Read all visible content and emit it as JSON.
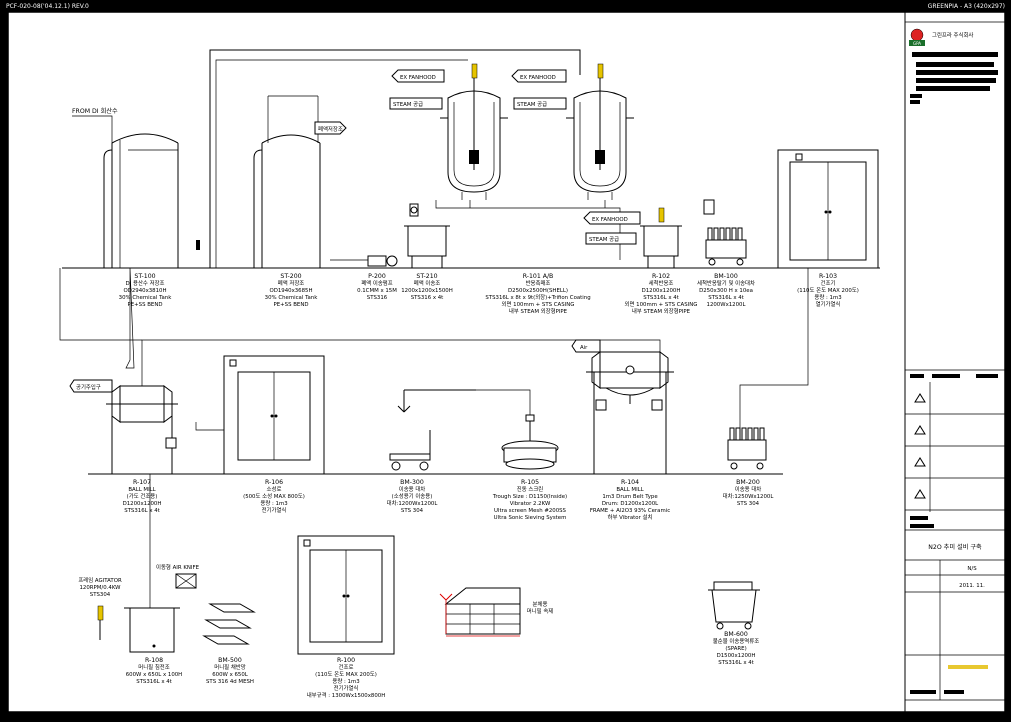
{
  "header": {
    "doc_no": "PCF-020-08('04.12.1) REV.0",
    "sheet": "GREENPIA - A3 (420x297)"
  },
  "title_block": {
    "company": "그린프라 주식회사",
    "logo_text": "GPA",
    "project": "N2O 추미 설비 구축",
    "scale": "N/S",
    "date": "2011. 11."
  },
  "sources": {
    "di_acid": "FROM DI 희산수",
    "ex_fanhood_1": "EX FANHOOD",
    "ex_fanhood_2": "EX FANHOOD",
    "ex_fanhood_3": "EX FANHOOD",
    "steam_1": "STEAM 공급",
    "steam_2": "STEAM 공급",
    "steam_3": "STEAM 공급",
    "waste_tank": "폐액저장조",
    "air": "Air",
    "air_blow": "공기주입구",
    "agitator": "프레임 AGITATOR\n120RPM/0.4KW\nSTS304",
    "air_knife": "이동형 AIR KNIFE",
    "collector": "분체용\n머니필 속제"
  },
  "equipment": [
    {
      "id": "st100",
      "tag": "ST-100",
      "lines": [
        "DI 용산수 저장조",
        "OD2940x3810H",
        "30% Chemical Tank",
        "PE+SS BEND"
      ]
    },
    {
      "id": "st200",
      "tag": "ST-200",
      "lines": [
        "폐액 저장조",
        "OD1940x3685H",
        "30% Chemical Tank",
        "PE+SS BEND"
      ]
    },
    {
      "id": "p200",
      "tag": "P-200",
      "lines": [
        "폐액 이송펌프",
        "0.1CMM x 15M",
        "STS316"
      ]
    },
    {
      "id": "st210",
      "tag": "ST-210",
      "lines": [
        "폐액 이송조",
        "1200x1200x1500H",
        "STS316 x 4t"
      ]
    },
    {
      "id": "r101",
      "tag": "R-101 A/B",
      "lines": [
        "반응촉매조",
        "D2500x2500H(SHELL)",
        "STS316L x 8t x 9t(외장)+Trifion Coating",
        "외면 100mm + STS CASING",
        "내부 STEAM 외장형PIPE"
      ]
    },
    {
      "id": "r102",
      "tag": "R-102",
      "lines": [
        "세척반응조",
        "D1200x1200H",
        "STS316L x 4t",
        "외면 100mm + STS CASING",
        "내부 STEAM 외장형PIPE"
      ]
    },
    {
      "id": "bm100",
      "tag": "BM-100",
      "lines": [
        "세척반응탈기 및 이송대차",
        "D250x300 H x 10ea",
        "STS316L x 4t",
        "1200Wx1200L"
      ]
    },
    {
      "id": "r103",
      "tag": "R-103",
      "lines": [
        "건조기",
        "(110도 온도 MAX 200도)",
        "용량 : 1m3",
        "열기가열식"
      ]
    },
    {
      "id": "r107",
      "tag": "R-107",
      "lines": [
        "BALL MILL",
        "(가도 건조용)",
        "D1200x1200H",
        "STS316L x 4t"
      ]
    },
    {
      "id": "r106",
      "tag": "R-106",
      "lines": [
        "소성로",
        "(500도 소성 MAX 800도)",
        "용량 : 1m3",
        "전기가열식"
      ]
    },
    {
      "id": "bm300",
      "tag": "BM-300",
      "lines": [
        "이송용 대차",
        "(소성용기 이송용)",
        "대차:1200Wx1200L",
        "STS 304"
      ]
    },
    {
      "id": "r105",
      "tag": "R-105",
      "lines": [
        "진동 스크린",
        "Trough Size : D1150(Inside)",
        "Vibrator 2.2KW",
        "Ultra screen Mesh #200SS",
        "Ultra Sonic Sieving System"
      ]
    },
    {
      "id": "r104",
      "tag": "R-104",
      "lines": [
        "BALL MILL",
        "1m3 Drum Belt Type",
        "Drum: D1200x1200L",
        "FRAME + Al2O3 93% Ceramic",
        "하부 Vibrator 설치"
      ]
    },
    {
      "id": "bm200",
      "tag": "BM-200",
      "lines": [
        "이송용 대차",
        "대차:1250Wx1200L",
        "STS 304"
      ]
    },
    {
      "id": "r108",
      "tag": "R-108",
      "lines": [
        "머니필 침전조",
        "600W x 650L x 100H",
        "STS316L x 4t"
      ]
    },
    {
      "id": "bm500",
      "tag": "BM-500",
      "lines": [
        "머니필 채반망",
        "600W x 650L",
        "STS 316 4d MESH"
      ]
    },
    {
      "id": "r100",
      "tag": "R-100",
      "lines": [
        "건조로",
        "(110도 온도 MAX 200도)",
        "용량 : 1m3",
        "전기가열식",
        "내부규격 : 1300Wx1500x800H"
      ]
    },
    {
      "id": "bm600",
      "tag": "BM-600",
      "lines": [
        "불순물 이송용역류조",
        "(SPARE)",
        "D1500x1200H",
        "STS316L x 4t"
      ]
    }
  ]
}
